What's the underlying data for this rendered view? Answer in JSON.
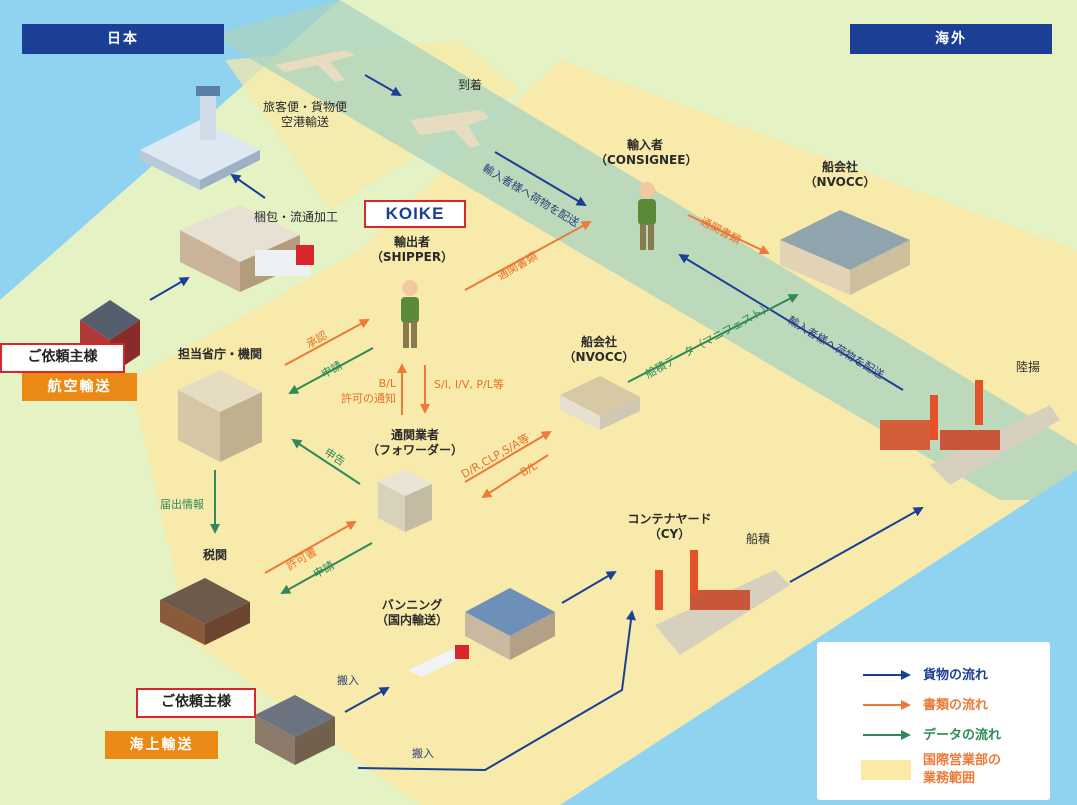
{
  "regions": {
    "japan": "日本",
    "overseas": "海外"
  },
  "logo": "KOIKE",
  "clients": {
    "air_client": "ご依頼主様",
    "air_mode": "航空輸送",
    "sea_client": "ご依頼主様",
    "sea_mode": "海上輸送"
  },
  "nodes": {
    "airport_origin": "旅客便・貨物便\n空港輸送",
    "arrival": "到着",
    "packing": "梱包・流通加工",
    "shipper": "輸出者\n（SHIPPER）",
    "consignee": "輸入者\n（CONSIGNEE）",
    "shipping_co_overseas": "船会社\n（NVOCC）",
    "ministry": "担当省庁・機関",
    "shipping_co_domestic": "船会社\n（NVOCC）",
    "forwarder": "通関業者\n（フォワーダー）",
    "customs": "税関",
    "vanning": "バンニング\n（国内輸送）",
    "container_yard": "コンテナヤード\n（CY）",
    "loading": "船積",
    "landing": "陸揚"
  },
  "flows": {
    "deliver_top": "輸入者様へ荷物を配送",
    "deliver_right": "輸入者様へ荷物を配送",
    "customs_docs_left": "通関書類",
    "customs_docs_right": "通関書類",
    "manifest": "船積データ（マニフェスト）",
    "approval": "承認",
    "application_ministry": "申請",
    "bl_permit": "B/L\n許可の通知",
    "si_iv": "S/I, I/V, P/L等",
    "declaration": "申告",
    "dr_clp": "D/R,CLP,S/A等",
    "bl_return": "B/L",
    "filing": "届出情報",
    "permit": "許可書",
    "application_customs": "申請",
    "carry_in_1": "搬入",
    "carry_in_2": "搬入"
  },
  "legend": {
    "cargo": "貨物の流れ",
    "docs": "書類の流れ",
    "data": "データの流れ",
    "scope": "国際営業部の\n業務範囲"
  },
  "colors": {
    "cargo": "#1b3f94",
    "docs": "#ec7a3a",
    "data": "#2e8a5a",
    "scope": "#fbe9a6",
    "land": "#e4f2c4",
    "sea": "#8fd3f0",
    "band": "#b9d9c6"
  }
}
